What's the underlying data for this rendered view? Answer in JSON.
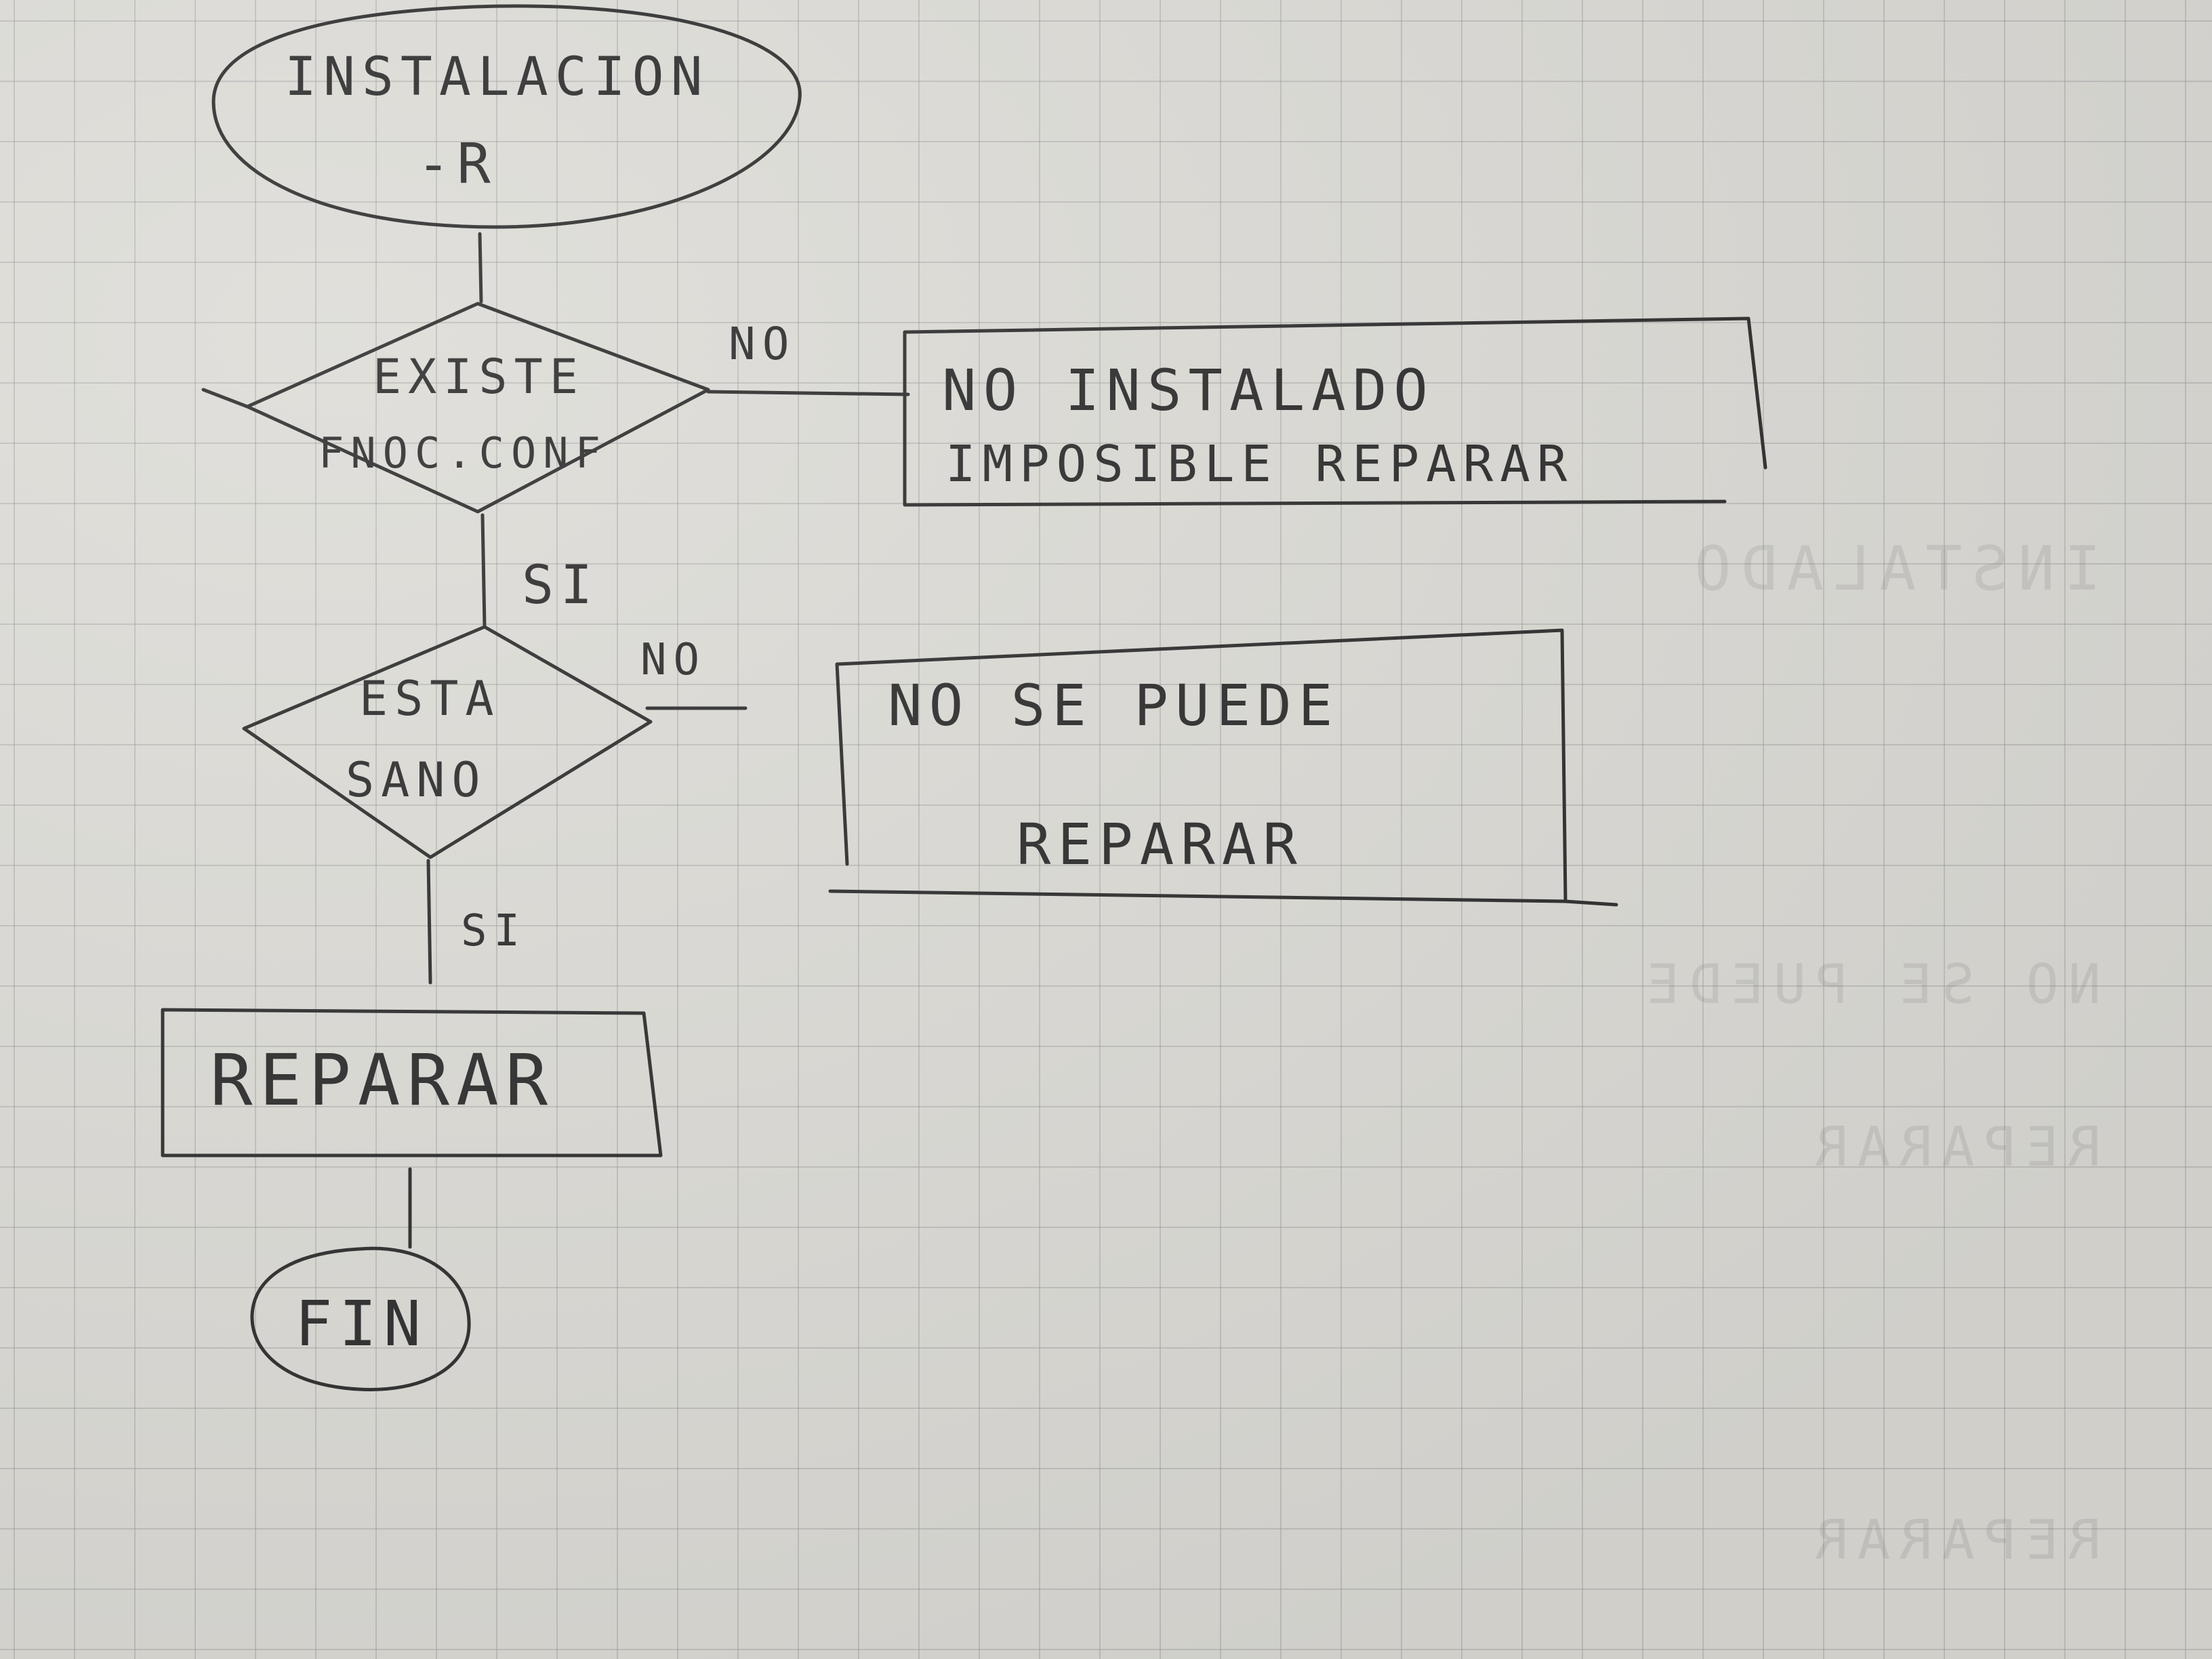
{
  "nodes": {
    "start": {
      "line1": "INSTALACION",
      "line2": "-R"
    },
    "decision1": {
      "line1": "EXISTE",
      "line2": "FNOC.CONF"
    },
    "box1": {
      "line1": "NO INSTALADO",
      "line2": "IMPOSIBLE REPARAR"
    },
    "decision2": {
      "line1": "ESTA",
      "line2": "SANO"
    },
    "box2": {
      "line1": "NO SE PUEDE",
      "line2": "REPARAR"
    },
    "process": {
      "label": "REPARAR"
    },
    "end": {
      "label": "FIN"
    }
  },
  "edges": {
    "d1_no": "NO",
    "d1_si": "SI",
    "d2_no": "NO",
    "d2_si": "SI"
  }
}
